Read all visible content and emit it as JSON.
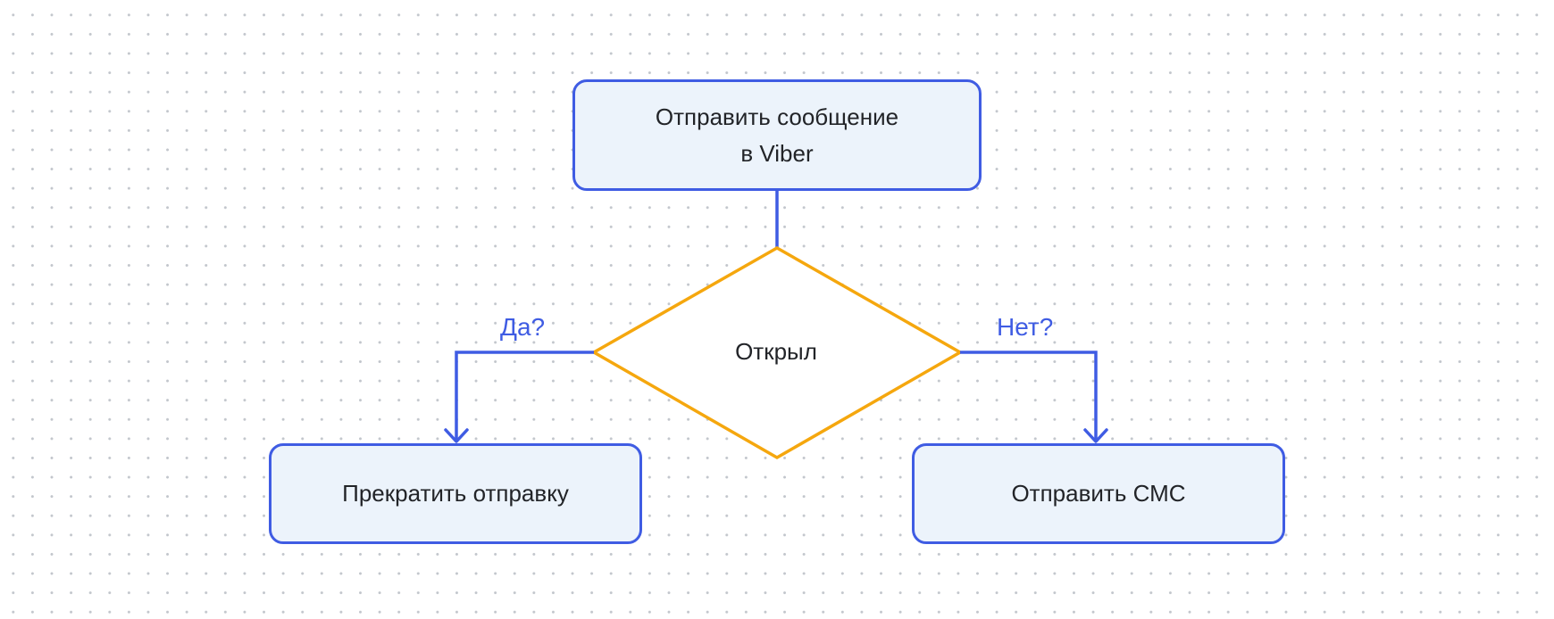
{
  "nodes": {
    "send_viber": {
      "line1": "Отправить сообщение",
      "line2": "в Viber"
    },
    "decision": {
      "label": "Открыл"
    },
    "stop_sending": {
      "label": "Прекратить отправку"
    },
    "send_sms": {
      "label": "Отправить СМС"
    }
  },
  "edges": {
    "yes_label": "Да?",
    "no_label": "Нет?"
  },
  "colors": {
    "process_fill": "#ecf3fb",
    "process_stroke": "#3f5ce3",
    "decision_stroke": "#f5a70e",
    "edge_line": "#3f5ce3",
    "edge_label": "#3f5ce3",
    "text": "#222428",
    "grid_dot": "#c2c6cc"
  }
}
